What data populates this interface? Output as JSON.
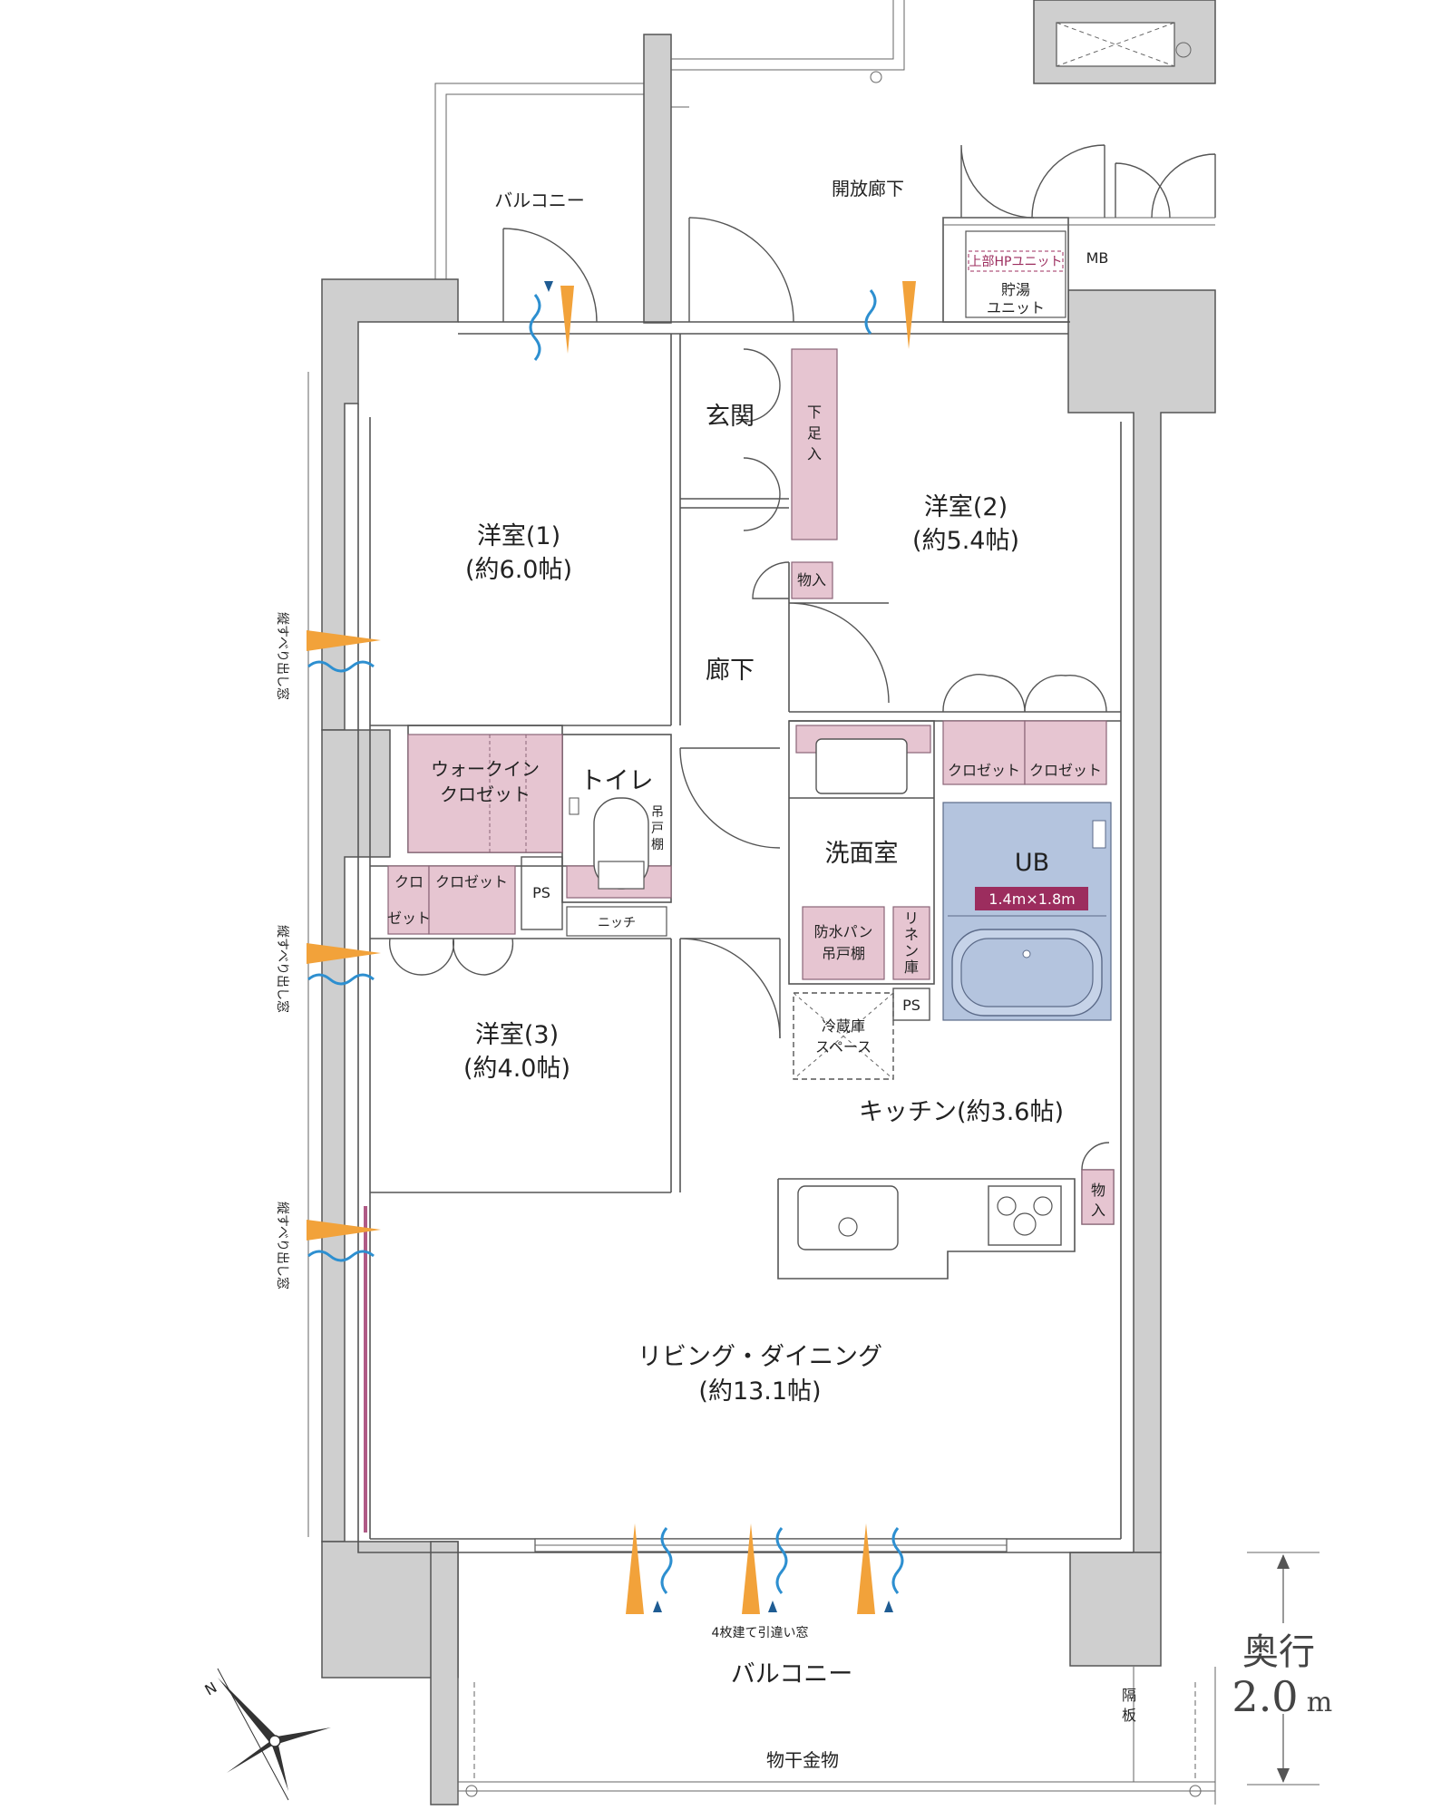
{
  "rooms": {
    "balcony_top": "バルコニー",
    "open_corridor": "開放廊下",
    "mb": "MB",
    "hp_unit": "上部HPユニット",
    "hot_water_1": "貯湯",
    "hot_water_2": "ユニット",
    "entrance": "玄関",
    "shoe_1": "下",
    "shoe_2": "足",
    "shoe_3": "入",
    "storage_entry": "物入",
    "room1_name": "洋室(1)",
    "room1_size": "(約6.0帖)",
    "room2_name": "洋室(2)",
    "room2_size": "(約5.4帖)",
    "hallway": "廊下",
    "wic_1": "ウォークイン",
    "wic_2": "クロゼット",
    "toilet": "トイレ",
    "hanging_1": "吊",
    "hanging_2": "戸",
    "hanging_3": "棚",
    "closet_a": "クロゼット",
    "closet_b": "クロゼット",
    "closet_small_1": "クロ",
    "closet_small_2": "ゼット",
    "closet_c": "クロゼット",
    "ps_1": "PS",
    "niche": "ニッチ",
    "washroom": "洗面室",
    "ub": "UB",
    "ub_size": "1.4m×1.8m",
    "waterproof_1": "防水パン",
    "waterproof_2": "吊戸棚",
    "linen_1": "リ",
    "linen_2": "ネ",
    "linen_3": "ン",
    "linen_4": "庫",
    "ps_2": "PS",
    "fridge_1": "冷蔵庫",
    "fridge_2": "スペース",
    "room3_name": "洋室(3)",
    "room3_size": "(約4.0帖)",
    "kitchen": "キッチン(約3.6帖)",
    "storage_kitchen_1": "物",
    "storage_kitchen_2": "入",
    "living_name": "リビング・ダイニング",
    "living_size": "(約13.1帖)",
    "sliding_window": "4枚建て引違い窓",
    "balcony_bottom": "バルコニー",
    "drying_hardware": "物干金物",
    "partition_1": "隔",
    "partition_2": "板",
    "vertical_window": "縦すべり出し窓"
  },
  "depth": {
    "label": "奥行",
    "value": "2.0",
    "unit": "m"
  },
  "compass": {
    "north": "N"
  },
  "colors": {
    "storage_pink": "#e6c5d1",
    "bath_blue": "#b4c4de",
    "wall_gray": "#cfcfcf",
    "airflow_orange": "#f2a23a",
    "airflow_blue": "#2d8fd0",
    "accent_magenta": "#9c2d5e"
  }
}
